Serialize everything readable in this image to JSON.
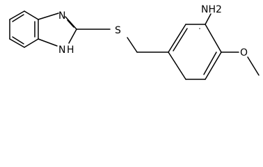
{
  "molecule": {
    "atom_labels": {
      "imidazole_nitrogen": "N",
      "imidazole_nh": "H",
      "imidazole_nh_n": "N",
      "thioether_sulfur": "S",
      "amino_group": "NH2",
      "methoxy_oxygen": "O"
    }
  },
  "colors": {
    "bond": "#000000",
    "label": "#000000",
    "background": "#ffffff"
  }
}
